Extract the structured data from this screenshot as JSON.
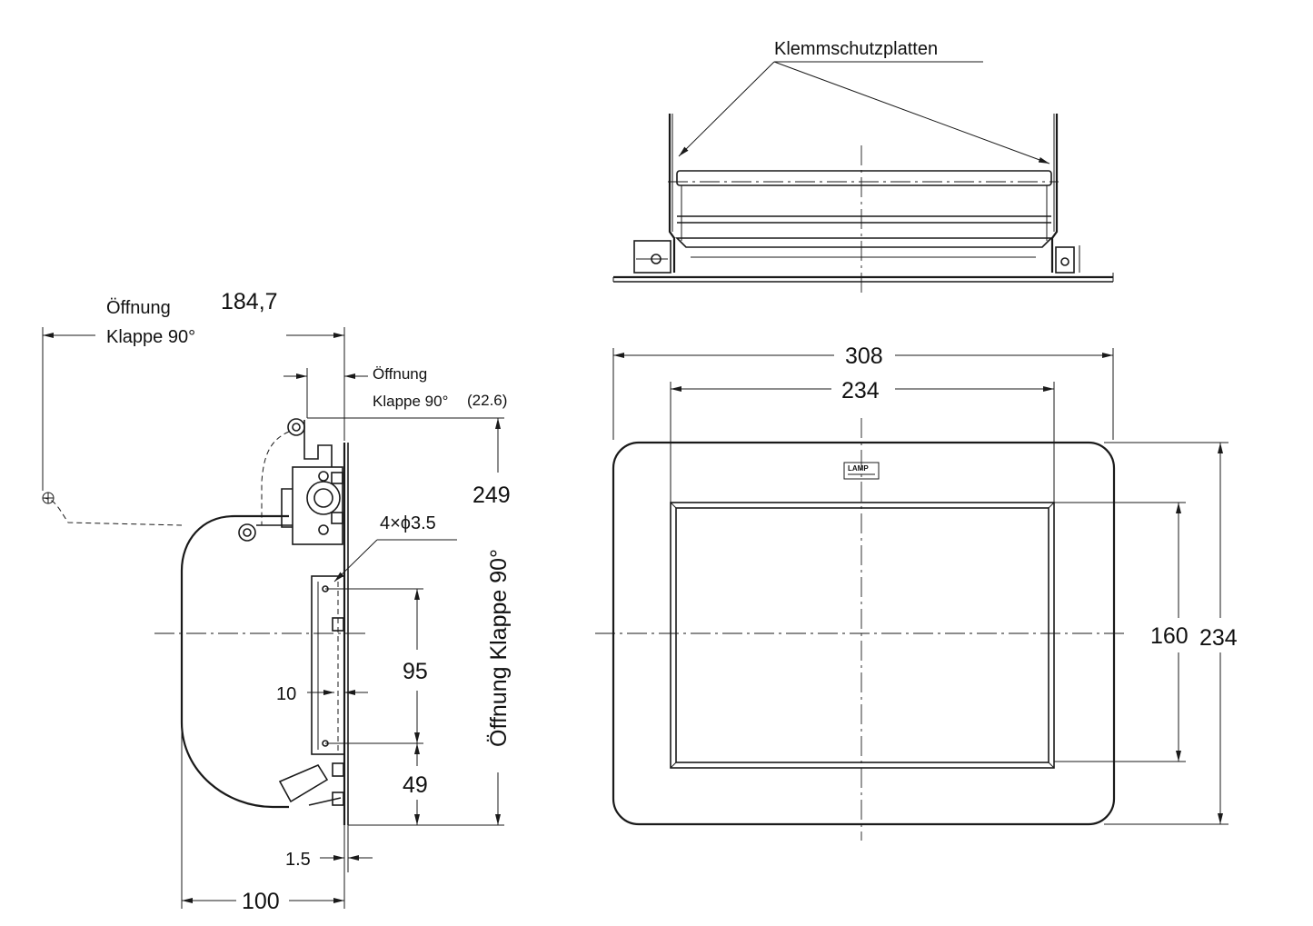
{
  "labels": {
    "pinch_guard": "Klemmschutzplatten",
    "opening_flap_left_1": "Öffnung",
    "opening_flap_left_2": "Klappe 90°",
    "dim_184_7": "184,7",
    "opening_small_1": "Öffnung",
    "opening_small_2": "Klappe 90°",
    "dim_22_6": "(22.6)",
    "dim_249": "249",
    "holes": "4×ϕ3.5",
    "dim_95": "95",
    "dim_10": "10",
    "dim_49": "49",
    "dim_1_5": "1.5",
    "dim_100": "100",
    "opening_vertical": "Öffnung Klappe 90°",
    "dim_308": "308",
    "dim_234_top": "234",
    "dim_160": "160",
    "dim_234_right": "234",
    "logo": "LAMP"
  }
}
